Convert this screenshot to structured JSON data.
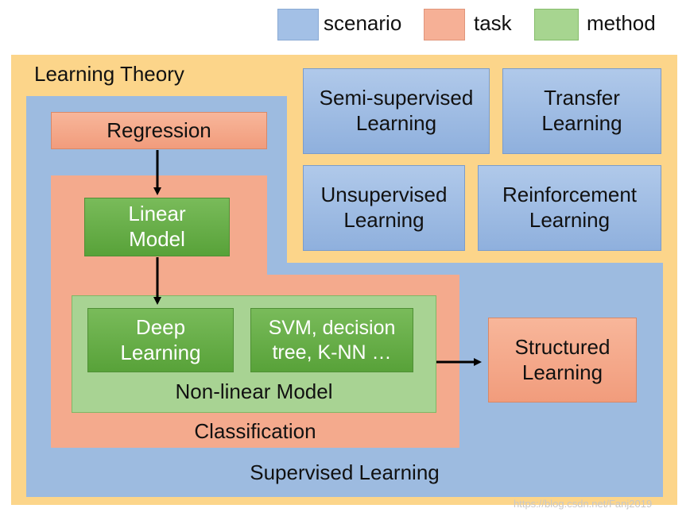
{
  "legend": [
    {
      "label": "scenario",
      "color": "#a3c0e6"
    },
    {
      "label": "task",
      "color": "#f6b096"
    },
    {
      "label": "method",
      "color": "#a7d590"
    }
  ],
  "outer": {
    "title": "Learning Theory",
    "color": "#fcd58a"
  },
  "scenarios": {
    "semi": "Semi-supervised Learning",
    "transfer": "Transfer Learning",
    "unsupervised": "Unsupervised Learning",
    "reinforcement": "Reinforcement Learning",
    "supervised": "Supervised Learning"
  },
  "tasks": {
    "regression": "Regression",
    "classification": "Classification",
    "structured": "Structured Learning"
  },
  "methods": {
    "linear": "Linear Model",
    "nonlinear": "Non-linear Model",
    "deep": "Deep Learning",
    "svm": "SVM, decision tree, K-NN …"
  },
  "watermark": "https://blog.csdn.net/Fanj2019"
}
